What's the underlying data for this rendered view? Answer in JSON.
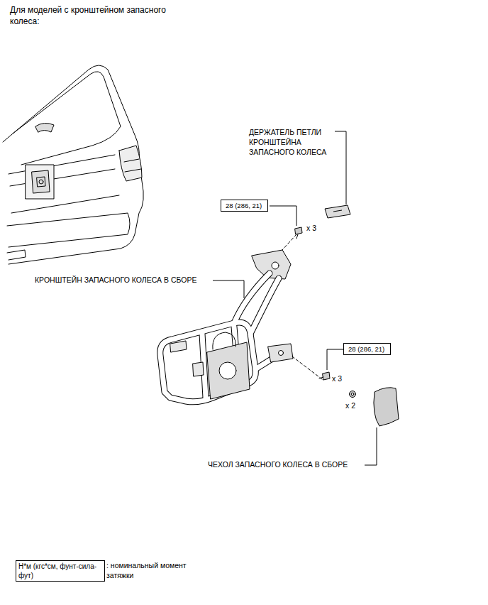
{
  "diagram": {
    "title": "Для моделей с кронштейном запасного колеса:",
    "nodes": [
      {
        "text": [
          "28 (286, 21)"
        ]
      },
      {
        "text": [
          "28 (286, 21)"
        ]
      },
      {
        "text": [
          "Н*м (кгс*см, фунт-сила-фут)"
        ]
      }
    ],
    "labels": [
      "ДЕРЖАТЕЛЬ ПЕТЛИ КРОНШТЕЙНА ЗАПАСНОГО КОЛЕСА",
      "x 3",
      "КРОНШТЕЙН ЗАПАСНОГО КОЛЕСА В СБОРЕ",
      "x 3",
      "x 2",
      "ЧЕХОЛ ЗАПАСНОГО КОЛЕСА В СБОРЕ"
    ],
    "legend": [
      {
        "text": ": номинальный момент затяжки"
      }
    ]
  }
}
